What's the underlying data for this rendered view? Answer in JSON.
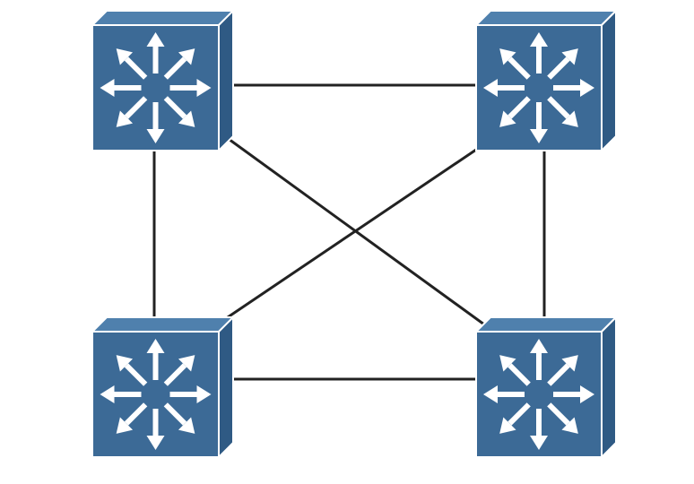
{
  "diagram": {
    "colors": {
      "switch_front": "#3c6a96",
      "switch_top": "#4f80ad",
      "switch_side": "#2f5a84",
      "link": "#222222",
      "arrow": "#ffffff"
    },
    "switches": [
      {
        "id": "switch-top-left",
        "icon": "multilayer-switch-icon"
      },
      {
        "id": "switch-top-right",
        "icon": "multilayer-switch-icon"
      },
      {
        "id": "switch-bottom-left",
        "icon": "multilayer-switch-icon"
      },
      {
        "id": "switch-bottom-right",
        "icon": "multilayer-switch-icon"
      }
    ],
    "links": [
      {
        "id": "link-top",
        "from": "switch-top-left",
        "to": "switch-top-right"
      },
      {
        "id": "link-bottom",
        "from": "switch-bottom-left",
        "to": "switch-bottom-right"
      },
      {
        "id": "link-left",
        "from": "switch-top-left",
        "to": "switch-bottom-left"
      },
      {
        "id": "link-right",
        "from": "switch-top-right",
        "to": "switch-bottom-right"
      },
      {
        "id": "link-diagonal-tl-br",
        "from": "switch-top-left",
        "to": "switch-bottom-right"
      },
      {
        "id": "link-diagonal-tr-bl",
        "from": "switch-top-right",
        "to": "switch-bottom-left"
      }
    ]
  }
}
